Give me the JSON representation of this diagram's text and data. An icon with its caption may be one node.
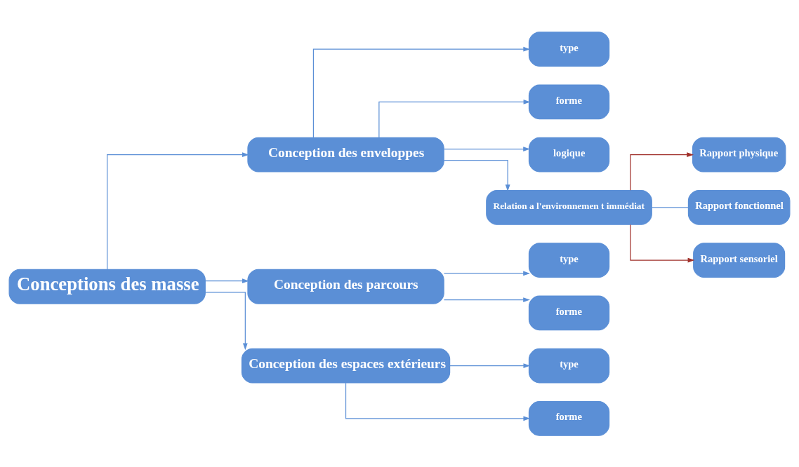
{
  "diagram": {
    "nodes": [
      {
        "text": [
          "Conceptions des masse"
        ]
      },
      {
        "text": [
          "Conception des enveloppes"
        ]
      },
      {
        "text": [
          "type"
        ]
      },
      {
        "text": [
          "forme"
        ]
      },
      {
        "text": [
          "logique"
        ]
      },
      {
        "text": [
          "Relation a l'environnemen t immédiat"
        ]
      },
      {
        "text": [
          "Rapport physique"
        ]
      },
      {
        "text": [
          "Rapport fonctionnel"
        ]
      },
      {
        "text": [
          "Rapport sensoriel"
        ]
      },
      {
        "text": [
          "Conception des parcours"
        ]
      },
      {
        "text": [
          "type"
        ]
      },
      {
        "text": [
          "forme"
        ]
      },
      {
        "text": [
          "Conception des espaces extérieurs"
        ]
      },
      {
        "text": [
          "type"
        ]
      },
      {
        "text": [
          "forme"
        ]
      }
    ],
    "edges": [
      {
        "from": 0,
        "to": 1,
        "arrow": "to"
      },
      {
        "from": 0,
        "to": 9,
        "arrow": "to"
      },
      {
        "from": 0,
        "to": 12,
        "arrow": "to"
      },
      {
        "from": 1,
        "to": 2,
        "arrow": "to"
      },
      {
        "from": 1,
        "to": 3,
        "arrow": "to"
      },
      {
        "from": 1,
        "to": 4,
        "arrow": "to"
      },
      {
        "from": 1,
        "to": 5,
        "arrow": "to"
      },
      {
        "from": 5,
        "to": 6,
        "arrow": "to",
        "color": "#a0302a"
      },
      {
        "from": 5,
        "to": 7,
        "arrow": "none"
      },
      {
        "from": 5,
        "to": 8,
        "arrow": "to",
        "color": "#a0302a"
      },
      {
        "from": 9,
        "to": 10,
        "arrow": "to"
      },
      {
        "from": 9,
        "to": 11,
        "arrow": "to"
      },
      {
        "from": 12,
        "to": 13,
        "arrow": "to"
      },
      {
        "from": 12,
        "to": 14,
        "arrow": "to"
      }
    ]
  }
}
